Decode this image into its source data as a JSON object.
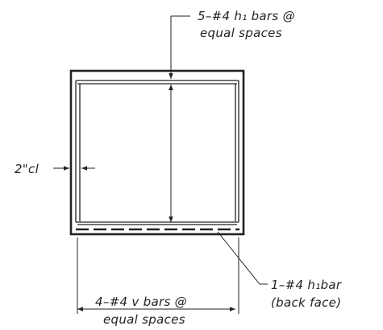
{
  "notes": {
    "top_line1": "5–#4 h₁ bars @",
    "top_line2": "equal spaces",
    "cover": "2\"cl",
    "bottom_line1": "4–#4 v bars @",
    "bottom_line2": "equal spaces",
    "right_line1": "1–#4 h₁bar",
    "right_line2": "(back face)"
  }
}
